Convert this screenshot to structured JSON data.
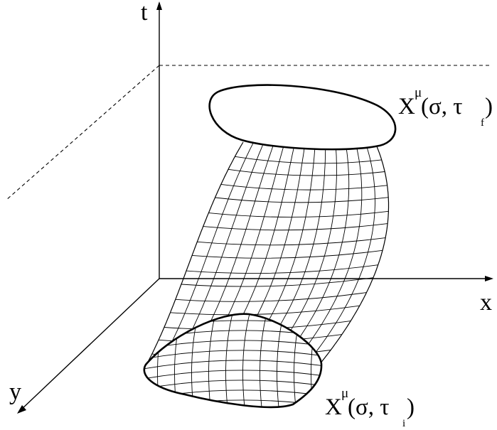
{
  "axes": {
    "t": "t",
    "x": "x",
    "y": "y"
  },
  "labels": {
    "final": {
      "X": "X",
      "mu": "μ",
      "args": "(σ, τ",
      "sub": "f",
      "close": ")"
    },
    "initial": {
      "X": "X",
      "mu": "μ",
      "args": "(σ, τ",
      "sub": "i",
      "close": ")"
    }
  }
}
